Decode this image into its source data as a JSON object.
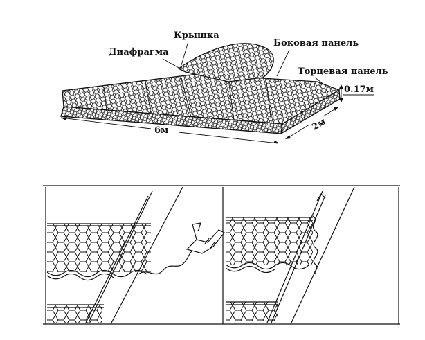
{
  "top_figure": {
    "labels": {
      "lid": "Крышка",
      "diaphragm": "Диафрагма",
      "side_panel": "Боковая панель",
      "end_panel": "Торцевая панель",
      "thickness": "0.17м",
      "length": "6м",
      "width": "2м"
    }
  },
  "bottom_figure": {
    "panels": [
      "left-panel",
      "right-panel"
    ]
  }
}
